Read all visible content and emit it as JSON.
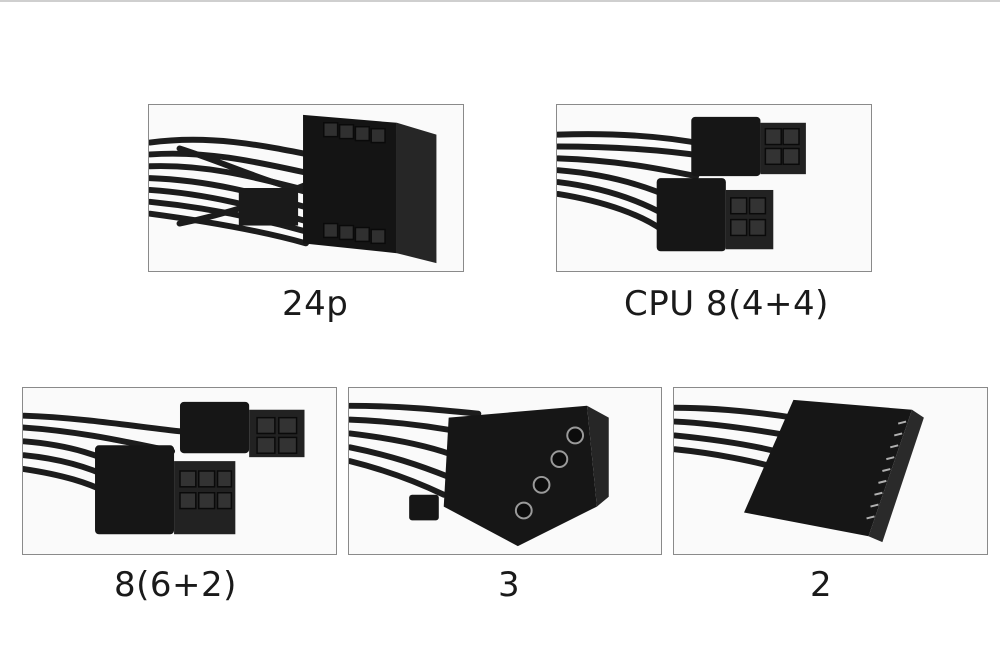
{
  "captions": {
    "p24": "24p",
    "cpu": "CPU 8(4+4)",
    "pcie": "8(6+2)",
    "molex": "3",
    "sata": "2"
  }
}
